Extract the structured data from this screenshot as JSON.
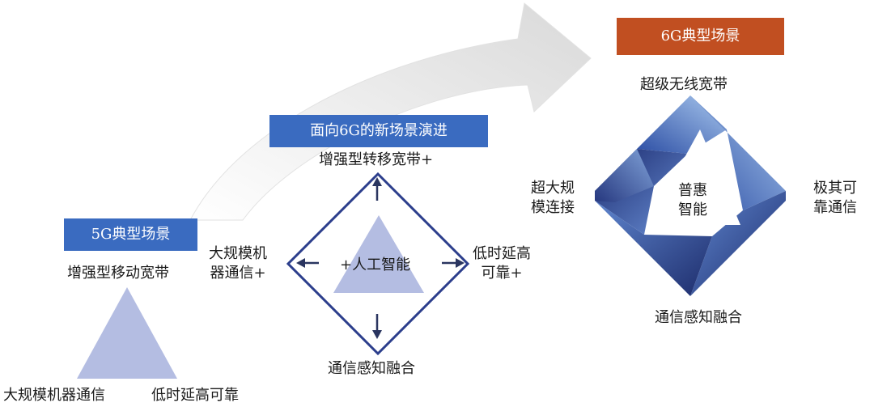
{
  "five_g": {
    "title": "5G典型场景",
    "top": "增强型移动宽带",
    "bottom_left": "大规模机器通信",
    "bottom_right": "低时延高可靠"
  },
  "evolution": {
    "title": "面向6G的新场景演进",
    "top": "增强型转移宽带+",
    "left": "大规模机\n器通信+",
    "right": "低时延高\n可靠+",
    "bottom": "通信感知融合",
    "center": "+人工智能"
  },
  "six_g": {
    "title": "6G典型场景",
    "top": "超级无线宽带",
    "left": "超大规\n模连接",
    "right": "极其可\n靠通信",
    "bottom": "通信感知融合",
    "center": "普惠\n智能"
  },
  "colors": {
    "header_blue": "#3a6bc0",
    "header_orange": "#c14f21",
    "triangle_fill": "#b4bde2",
    "diamond_stroke": "#2c3e8c",
    "arrow_dark": "#2a3560"
  }
}
